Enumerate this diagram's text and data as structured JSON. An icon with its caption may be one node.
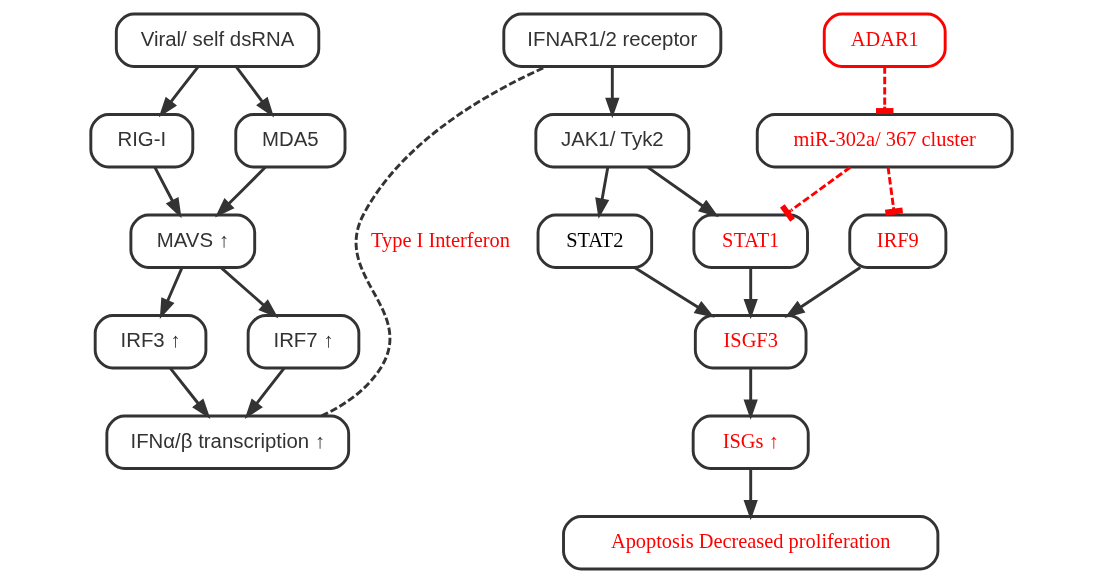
{
  "diagram": {
    "nodes": [
      {
        "text": [
          "Viral/ self dsRNA"
        ]
      },
      {
        "text": [
          "MDA5"
        ]
      },
      {
        "text": [
          "RIG-I"
        ]
      },
      {
        "text": [
          "MAVS ↑"
        ]
      },
      {
        "text": [
          "IRF3 ↑"
        ]
      },
      {
        "text": [
          "IRF7 ↑"
        ]
      },
      {
        "text": [
          "IFNα/β transcription ↑"
        ]
      },
      {
        "text": [
          "ADAR1"
        ]
      },
      {
        "text": [
          "miR-302a/ 367 cluster"
        ]
      },
      {
        "text": [
          "IFNAR1/2 receptor"
        ]
      },
      {
        "text": [
          "JAK1/ Tyk2"
        ]
      },
      {
        "text": [
          "STAT1"
        ]
      },
      {
        "text": [
          "STAT2"
        ]
      },
      {
        "text": [
          "IRF9"
        ]
      },
      {
        "text": [
          "ISGF3"
        ]
      },
      {
        "text": [
          "ISGs ↑"
        ]
      },
      {
        "text": [
          "Apoptosis Decreased proliferation"
        ]
      }
    ],
    "edges": [
      {
        "from": 0,
        "to": 1,
        "arrow": "to"
      },
      {
        "from": 0,
        "to": 2,
        "arrow": "to"
      },
      {
        "from": 1,
        "to": 3,
        "arrow": "to"
      },
      {
        "from": 2,
        "to": 3,
        "arrow": "to"
      },
      {
        "from": 3,
        "to": 4,
        "arrow": "to"
      },
      {
        "from": 3,
        "to": 5,
        "arrow": "to"
      },
      {
        "from": 4,
        "to": 6,
        "arrow": "to"
      },
      {
        "from": 5,
        "to": 6,
        "arrow": "to"
      },
      {
        "from": 6,
        "to": 9,
        "arrow": "none",
        "style": "dashed",
        "label": "Type I Interferon"
      },
      {
        "from": 7,
        "to": 8,
        "arrow": "other",
        "style": "dashed",
        "color": "#ff0000"
      },
      {
        "from": 8,
        "to": 11,
        "arrow": "other",
        "style": "dashed",
        "color": "#ff0000"
      },
      {
        "from": 8,
        "to": 13,
        "arrow": "other",
        "style": "dashed",
        "color": "#ff0000"
      },
      {
        "from": 9,
        "to": 10,
        "arrow": "to"
      },
      {
        "from": 10,
        "to": 11,
        "arrow": "to"
      },
      {
        "from": 10,
        "to": 12,
        "arrow": "to"
      },
      {
        "from": 11,
        "to": 14,
        "arrow": "to"
      },
      {
        "from": 12,
        "to": 14,
        "arrow": "to"
      },
      {
        "from": 13,
        "to": 14,
        "arrow": "to"
      },
      {
        "from": 14,
        "to": 15,
        "arrow": "to"
      },
      {
        "from": 15,
        "to": 16,
        "arrow": "to"
      }
    ]
  }
}
